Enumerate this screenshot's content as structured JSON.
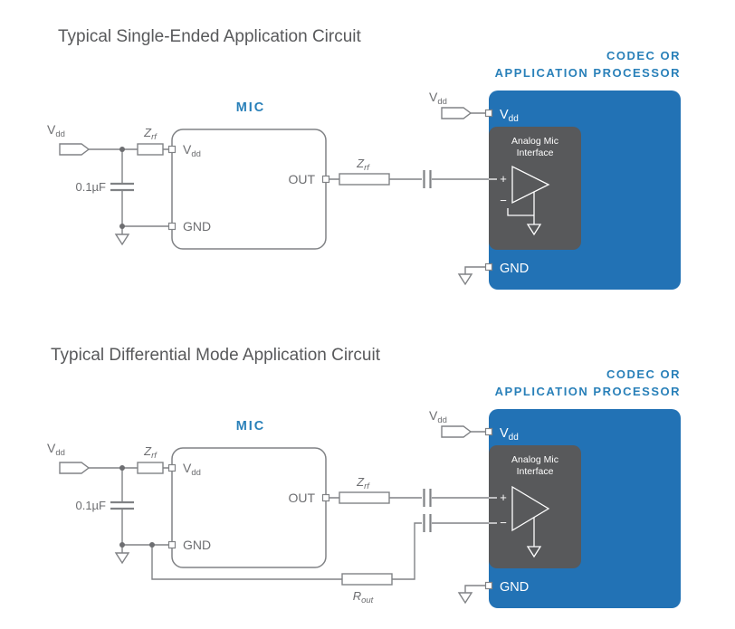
{
  "colors": {
    "heading_blue": "#2980b9",
    "block_blue": "#2272b5",
    "interface_gray": "#58595b"
  },
  "diagram1": {
    "title": "Typical Single-Ended Application Circuit"
  },
  "diagram2": {
    "title": "Typical Differential Mode Application Circuit"
  },
  "labels": {
    "codec_line1": "CODEC OR",
    "codec_line2": "APPLICATION PROCESSOR",
    "mic": "MIC",
    "v": "V",
    "dd_sub": "dd",
    "gnd": "GND",
    "out": "OUT",
    "z": "Z",
    "rf_sub": "rf",
    "r": "R",
    "out_sub": "out",
    "bypass_cap_value": "0.1µF",
    "interface_line1": "Analog Mic",
    "interface_line2": "Interface",
    "plus": "+",
    "minus": "−"
  }
}
